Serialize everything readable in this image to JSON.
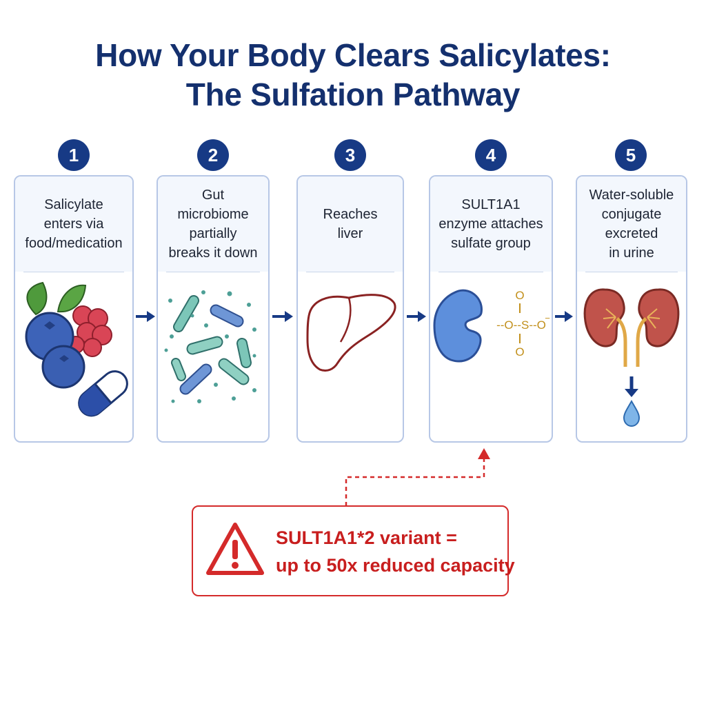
{
  "title": {
    "line1": "How Your Body Clears Salicylates:",
    "line2": "The Sulfation Pathway"
  },
  "steps": [
    {
      "number": "1",
      "lines": [
        "Salicylate",
        "enters via",
        "food/medication"
      ],
      "icon": "berries-and-capsule-icon"
    },
    {
      "number": "2",
      "lines": [
        "Gut",
        "microbiome",
        "partially",
        "breaks it down"
      ],
      "icon": "gut-bacteria-icon"
    },
    {
      "number": "3",
      "lines": [
        "Reaches",
        "liver"
      ],
      "icon": "liver-icon"
    },
    {
      "number": "4",
      "lines": [
        "SULT1A1",
        "enzyme attaches",
        "sulfate group"
      ],
      "icon": "enzyme-sulfate-icon"
    },
    {
      "number": "5",
      "lines": [
        "Water-soluble",
        "conjugate",
        "excreted",
        "in urine"
      ],
      "icon": "kidneys-droplet-icon"
    }
  ],
  "sulfate_formula": {
    "top": "O",
    "middle": "--O--S--O",
    "superscript": "−",
    "bottom": "O"
  },
  "warning": {
    "line1": "SULT1A1*2 variant =",
    "line2": "up to 50x reduced capacity",
    "icon": "warning-triangle-icon"
  },
  "colors": {
    "title": "#14306e",
    "badge": "#173a85",
    "card_border": "#b7c7e6",
    "arrow": "#173a85",
    "warning": "#d42a2a",
    "sulfate": "#d6a21e"
  }
}
